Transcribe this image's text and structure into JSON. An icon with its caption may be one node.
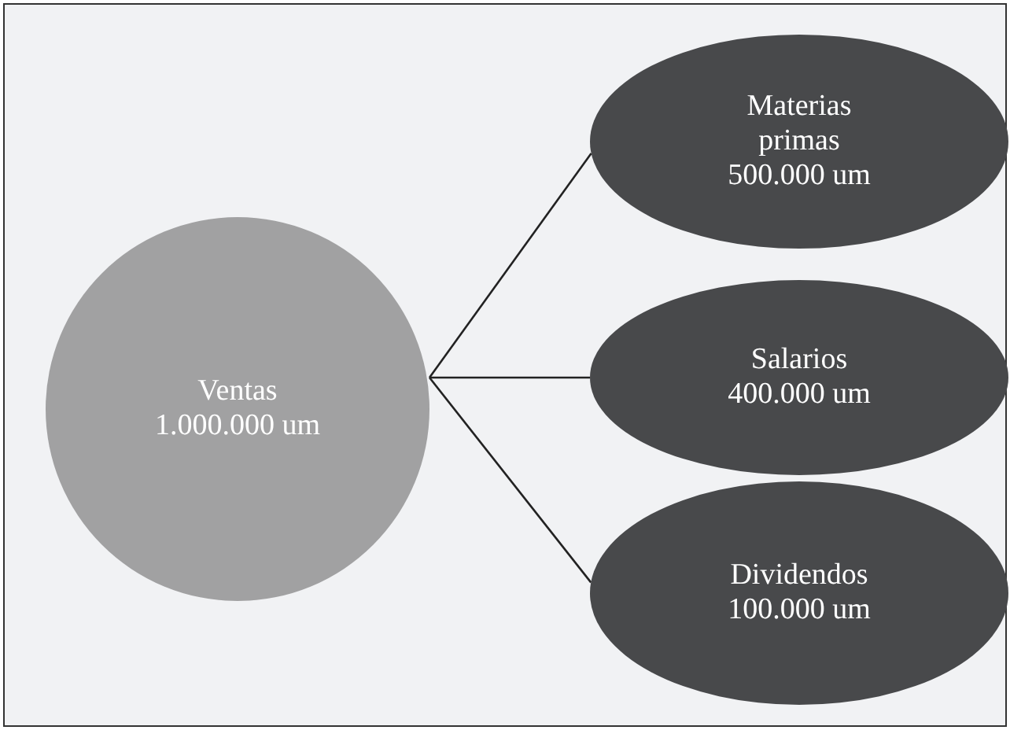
{
  "diagram": {
    "nodes": [
      {
        "text": [
          "Ventas 1.000.000 um"
        ]
      },
      {
        "text": [
          "Materias primas 500.000 um"
        ]
      },
      {
        "text": [
          "Salarios 400.000 um"
        ]
      },
      {
        "text": [
          "Dividendos 100.000 um"
        ]
      }
    ],
    "edges": [
      {
        "from": 0,
        "to": 1,
        "arrow": "none"
      },
      {
        "from": 0,
        "to": 2,
        "arrow": "none"
      },
      {
        "from": 0,
        "to": 3,
        "arrow": "none"
      }
    ]
  }
}
